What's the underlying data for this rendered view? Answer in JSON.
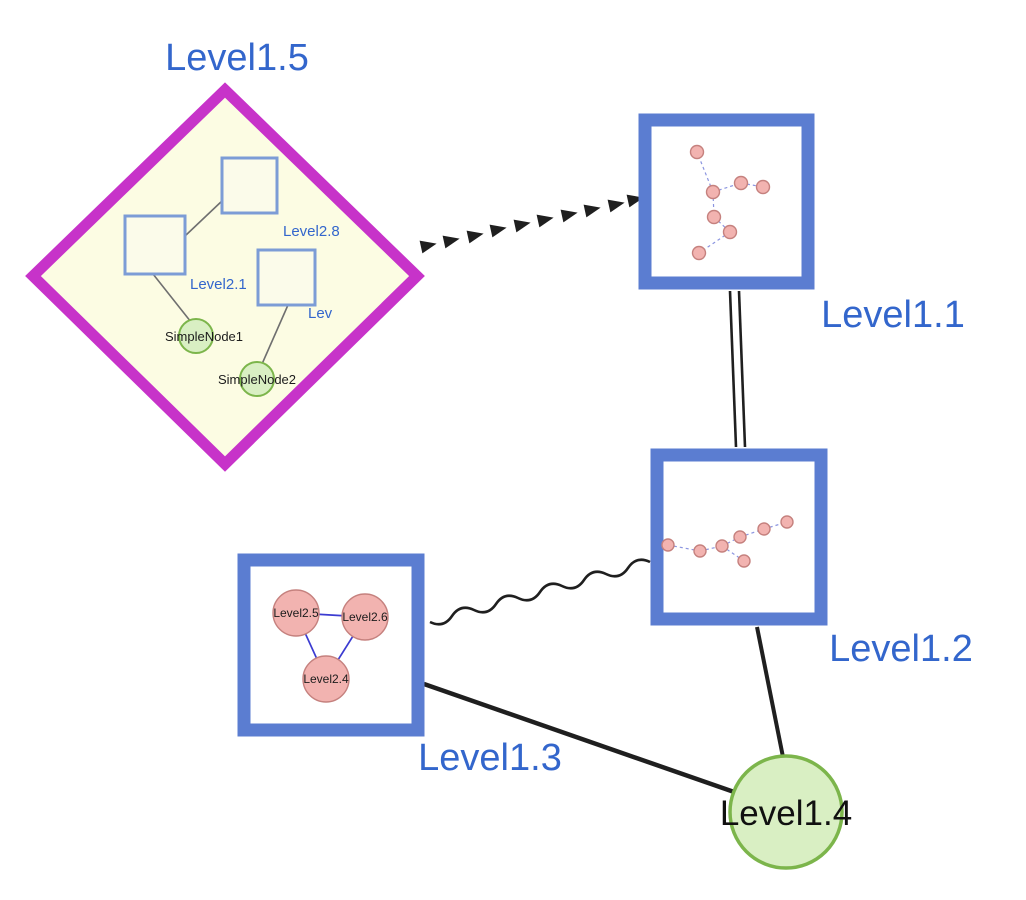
{
  "graph": {
    "level1_5": {
      "label": "Level1.5",
      "children": {
        "level2_8": "Level2.8",
        "level2_1": "Level2.1",
        "lev": "Lev",
        "simple_node_1": "SimpleNode1",
        "simple_node_2": "SimpleNode2"
      }
    },
    "level1_1": {
      "label": "Level1.1"
    },
    "level1_2": {
      "label": "Level1.2"
    },
    "level1_3": {
      "label": "Level1.3",
      "children": {
        "level2_5": "Level2.5",
        "level2_6": "Level2.6",
        "level2_4": "Level2.4"
      }
    },
    "level1_4": {
      "label": "Level1.4"
    }
  },
  "edges": [
    {
      "from": "Level1.5",
      "to": "Level1.1",
      "style": "bold-dashed-arrowheads"
    },
    {
      "from": "Level1.1",
      "to": "Level1.2",
      "style": "double-line"
    },
    {
      "from": "Level1.2",
      "to": "Level1.3",
      "style": "wavy"
    },
    {
      "from": "Level1.3",
      "to": "Level1.4",
      "style": "solid"
    },
    {
      "from": "Level1.2",
      "to": "Level1.4",
      "style": "solid"
    }
  ],
  "colors": {
    "label_blue": "#3366cc",
    "box_border": "#5b7dd1",
    "inner_square_border": "#7c9cd6",
    "diamond_border": "#c733c9",
    "diamond_fill": "#fcfce3",
    "green_fill": "#d9efc3",
    "green_border": "#7cb54b",
    "pink_fill": "#f2b3b0",
    "pink_border": "#c5817e",
    "edge_black": "#1f1f1f",
    "subgraph_edge_blue": "#8b95e0",
    "triangle_edge_blue": "#3b3bd1",
    "inner_edge_gray": "#6f6f6f"
  }
}
